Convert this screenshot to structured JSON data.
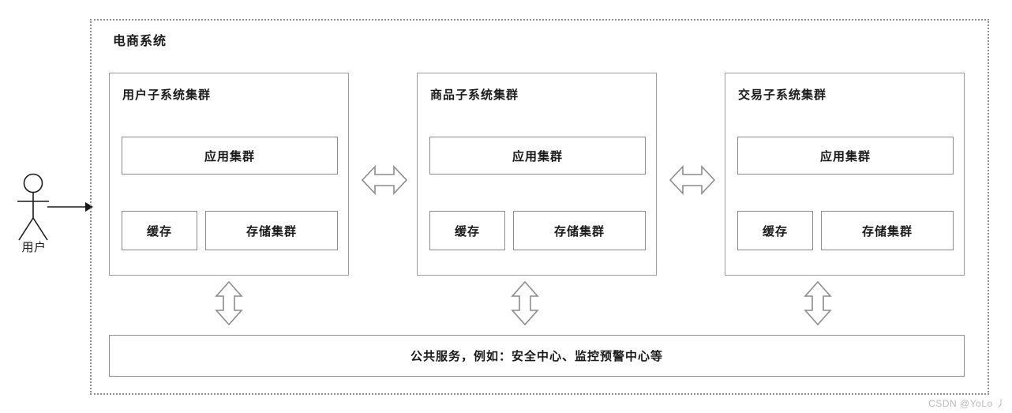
{
  "diagram": {
    "title": "电商系统",
    "actor": {
      "label": "用户",
      "icon": "stick-figure-icon",
      "arrow_icon": "arrow-right-icon"
    },
    "subsystems": [
      {
        "title": "用户子系统集群",
        "app_cluster": "应用集群",
        "cache": "缓存",
        "storage": "存储集群"
      },
      {
        "title": "商品子系统集群",
        "app_cluster": "应用集群",
        "cache": "缓存",
        "storage": "存储集群"
      },
      {
        "title": "交易子系统集群",
        "app_cluster": "应用集群",
        "cache": "缓存",
        "storage": "存储集群"
      }
    ],
    "horizontal_connectors": [
      {
        "icon": "double-arrow-horizontal-icon"
      },
      {
        "icon": "double-arrow-horizontal-icon"
      }
    ],
    "vertical_connectors": [
      {
        "icon": "double-arrow-vertical-icon"
      },
      {
        "icon": "double-arrow-vertical-icon"
      },
      {
        "icon": "double-arrow-vertical-icon"
      }
    ],
    "common_services": "公共服务，例如：安全中心、监控预警中心等",
    "watermark": "CSDN @YoLo 丿",
    "colors": {
      "box_border": "#8c8c8c",
      "subsystem_border": "#9a9a9a",
      "boundary_border": "#8e8e8e",
      "text": "#1a1a1a",
      "background": "#ffffff",
      "watermark": "#b9b9b9"
    }
  }
}
